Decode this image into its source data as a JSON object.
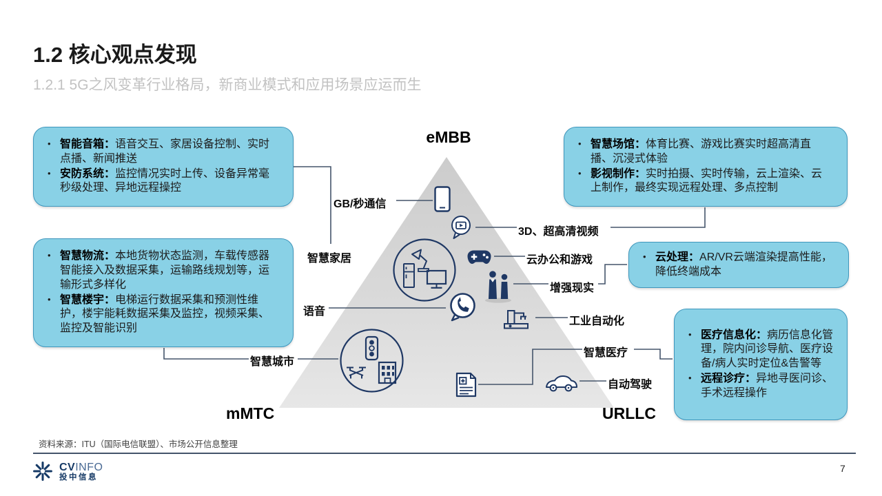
{
  "header": {
    "title": "1.2 核心观点发现",
    "subtitle": "1.2.1 5G之风变革行业格局，新商业模式和应用场景应运而生"
  },
  "pyramid": {
    "top_label": "eMBB",
    "bottom_left_label": "mMTC",
    "bottom_right_label": "URLLC"
  },
  "scene_labels": [
    {
      "text": "GB/秒通信"
    },
    {
      "text": "智慧家居"
    },
    {
      "text": "语音"
    },
    {
      "text": "智慧城市"
    },
    {
      "text": "3D、超高清视频"
    },
    {
      "text": "云办公和游戏"
    },
    {
      "text": "增强现实"
    },
    {
      "text": "工业自动化"
    },
    {
      "text": "智慧医疗"
    },
    {
      "text": "自动驾驶"
    }
  ],
  "callouts": {
    "smart_home": {
      "items": [
        {
          "term": "智能音箱：",
          "desc": "语音交互、家居设备控制、实时点播、新闻推送"
        },
        {
          "term": "安防系统：",
          "desc": "监控情况实时上传、设备异常毫秒级处理、异地远程操控"
        }
      ]
    },
    "logistics": {
      "items": [
        {
          "term": "智慧物流：",
          "desc": "本地货物状态监测，车载传感器智能接入及数据采集，运输路线规划等，运输形式多样化"
        },
        {
          "term": "智慧楼宇：",
          "desc": "电梯运行数据采集和预测性维护，楼宇能耗数据采集及监控，视频采集、监控及智能识别"
        }
      ]
    },
    "venue": {
      "items": [
        {
          "term": "智慧场馆：",
          "desc": "体育比赛、游戏比赛实时超高清直播、沉浸式体验"
        },
        {
          "term": "影视制作：",
          "desc": "实时拍摄、实时传输，云上渲染、云上制作，最终实现远程处理、多点控制"
        }
      ]
    },
    "cloud": {
      "items": [
        {
          "term": "云处理：",
          "desc": "AR/VR云端渲染提高性能，降低终端成本"
        }
      ]
    },
    "medical": {
      "items": [
        {
          "term": "医疗信息化：",
          "desc": "病历信息化管理，院内问诊导航、医疗设备/病人实时定位&告警等"
        },
        {
          "term": "远程诊疗：",
          "desc": "异地寻医问诊、手术远程操作"
        }
      ]
    }
  },
  "icons": {
    "smartphone-icon": "GB/秒通信",
    "video-bubble-icon": "3D、超高清视频",
    "smart-home-devices-icon": "智慧家居",
    "gamepad-icon": "云办公和游戏",
    "ar-people-icon": "增强现实",
    "voice-call-bubble-icon": "语音",
    "robot-arm-icon": "工业自动化",
    "smart-city-icon": "智慧城市",
    "medical-record-icon": "智慧医疗",
    "car-icon": "自动驾驶",
    "cvinfo-pinwheel-icon": "CVINFO logo mark"
  },
  "footer": {
    "source": "资料来源：ITU（国际电信联盟）、市场公开信息整理",
    "page_number": "7",
    "logo": {
      "brand_cv": "CV",
      "brand_info": "INFO",
      "brand_cn": "投中信息"
    }
  },
  "colors": {
    "callout_bg": "#89D1E6",
    "callout_border": "#3E96BC",
    "icon_navy": "#1F3864",
    "connector": "#44546A",
    "triangle_gray": "#D9D9D9",
    "subtitle_gray": "#C2C2C2",
    "logo_navy": "#163A66"
  }
}
